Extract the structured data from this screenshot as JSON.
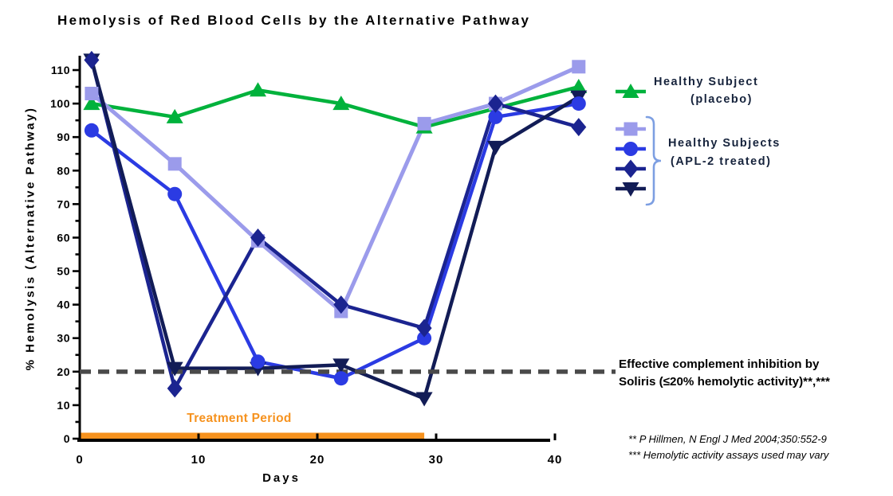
{
  "chart_data": {
    "type": "line",
    "title": "Hemolysis of Red Blood Cells by the Alternative Pathway",
    "xlabel": "Days",
    "ylabel": "% Hemolysis (Alternative Pathway)",
    "xlim": [
      0,
      42
    ],
    "ylim": [
      0,
      114
    ],
    "x_ticks": [
      0,
      10,
      20,
      30,
      40
    ],
    "y_ticks": [
      0,
      10,
      20,
      30,
      40,
      50,
      60,
      70,
      80,
      90,
      100,
      110
    ],
    "grid": false,
    "legend_position": "right",
    "series": [
      {
        "name": "Healthy Subject (placebo)",
        "marker": "triangle-up",
        "color": "#00B23C",
        "days": [
          1,
          8,
          15,
          22,
          29,
          42
        ],
        "values": [
          100,
          96,
          104,
          100,
          93,
          105
        ]
      },
      {
        "name": "Healthy Subjects (APL-2 treated) - square subject",
        "marker": "square",
        "color": "#9B9BEB",
        "days": [
          1,
          8,
          15,
          22,
          29,
          35,
          42
        ],
        "values": [
          103,
          82,
          59,
          38,
          94,
          100,
          111
        ]
      },
      {
        "name": "Healthy Subjects (APL-2 treated) - circle subject",
        "marker": "circle",
        "color": "#2B3BE3",
        "days": [
          1,
          8,
          15,
          22,
          29,
          35,
          42
        ],
        "values": [
          92,
          73,
          23,
          18,
          30,
          96,
          100
        ]
      },
      {
        "name": "Healthy Subjects (APL-2 treated) - diamond subject",
        "marker": "diamond",
        "color": "#1B2490",
        "days": [
          1,
          8,
          15,
          22,
          29,
          35,
          42
        ],
        "values": [
          113,
          15,
          60,
          40,
          33,
          100,
          93
        ]
      },
      {
        "name": "Healthy Subjects (APL-2 treated) - triangle-down subject",
        "marker": "triangle-down",
        "color": "#121C56",
        "days": [
          1,
          8,
          15,
          22,
          29,
          35,
          42
        ],
        "values": [
          113,
          21,
          21,
          22,
          12,
          87,
          102
        ]
      }
    ],
    "threshold": {
      "value": 20,
      "style": "dashed",
      "color": "#4A4A4A",
      "label_line1": "Effective complement inhibition by",
      "label_line2": "Soliris (≤20% hemolytic activity)**,***"
    },
    "treatment_bar": {
      "label": "Treatment Period",
      "start_day": 0,
      "end_day": 29,
      "color": "#F6921E"
    },
    "legend": {
      "placebo": {
        "line1": "Healthy Subject",
        "line2": "(placebo)"
      },
      "treated": {
        "line1": "Healthy Subjects",
        "line2": "(APL-2 treated)"
      },
      "bracket_color": "#7D9FE2"
    },
    "footnotes": [
      "** P Hillmen, N Engl J Med 2004;350:552-9",
      "*** Hemolytic activity assays used may vary"
    ]
  }
}
